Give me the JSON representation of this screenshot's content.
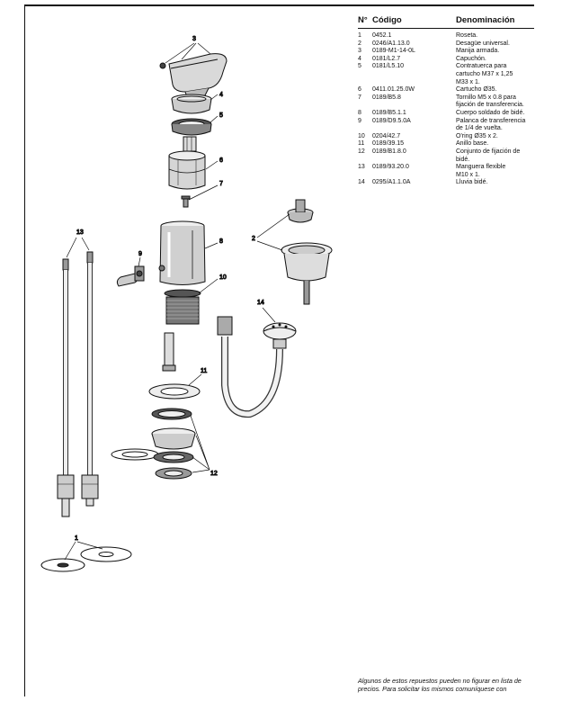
{
  "table": {
    "headers": {
      "no": "N°",
      "code": "Código",
      "name": "Denominación"
    },
    "rows": [
      {
        "no": "1",
        "code": "0452.1",
        "lines": [
          "Roseta."
        ]
      },
      {
        "no": "2",
        "code": "0246/A1.13.0",
        "lines": [
          "Desagüe universal."
        ]
      },
      {
        "no": "3",
        "code": "0189-M1-14-0L",
        "lines": [
          "Manija armada."
        ]
      },
      {
        "no": "4",
        "code": "0181/L2.7",
        "lines": [
          "Capuchón."
        ]
      },
      {
        "no": "5",
        "code": "0181/L5.10",
        "lines": [
          "Contratuerca para",
          "cartucho M37 x 1,25",
          "M33 x 1."
        ]
      },
      {
        "no": "6",
        "code": "0411.01.25.0W",
        "lines": [
          "Cartucho Ø35."
        ]
      },
      {
        "no": "7",
        "code": "0189/B5.8",
        "lines": [
          "Tornillo M5 x 0.8 para",
          "fijación de transferencia."
        ]
      },
      {
        "no": "8",
        "code": "0189/B5.1.1",
        "lines": [
          "Cuerpo soldado de bidé."
        ]
      },
      {
        "no": "9",
        "code": "0189/D9.5.0A",
        "lines": [
          "Palanca de transferencia",
          "de 1/4 de vuelta."
        ]
      },
      {
        "no": "10",
        "code": "0204/42.7",
        "lines": [
          "O'ring Ø35 x 2."
        ]
      },
      {
        "no": "11",
        "code": "0189/39.15",
        "lines": [
          "Anillo base."
        ]
      },
      {
        "no": "12",
        "code": "0189/B1.8.0",
        "lines": [
          "Conjunto de fijación de",
          "bidé."
        ]
      },
      {
        "no": "13",
        "code": "0189/93.20.0",
        "lines": [
          "Manguera flexible",
          "M10 x 1."
        ]
      },
      {
        "no": "14",
        "code": "0295/A1.1.0A",
        "lines": [
          "Lluvia bidé."
        ]
      }
    ]
  },
  "footnote": {
    "line1": "Algunos de estos repuestos pueden no figurar en lista de",
    "line2": "precios. Para solicitar los mismos comuníquese con"
  },
  "callouts": {
    "c1": "1",
    "c2": "2",
    "c3": "3",
    "c4": "4",
    "c5": "5",
    "c6": "6",
    "c7": "7",
    "c8": "8",
    "c9": "9",
    "c10": "10",
    "c11": "11",
    "c12": "12",
    "c13": "13",
    "c14": "14"
  }
}
